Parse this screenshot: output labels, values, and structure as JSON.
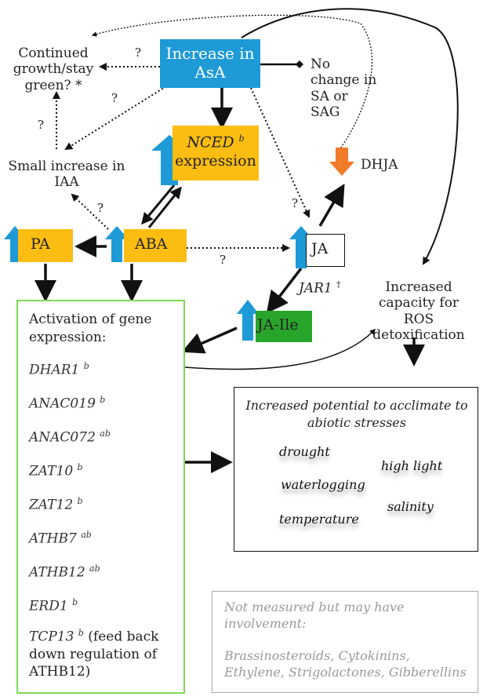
{
  "nodes": {
    "asa": "Increase in AsA",
    "continued_growth": "Continued growth/stay green?",
    "continued_growth_mark": "*",
    "no_change": "No change in SA or SAG",
    "nced_gene": "NCED",
    "nced_sup": "b",
    "nced_expression": "expression",
    "small_iaa": "Small increase in IAA",
    "dhja": "DHJA",
    "pa": "PA",
    "aba": "ABA",
    "ja": "JA",
    "jar1": "JAR1",
    "jar1_mark": "†",
    "ja_ile": "JA-Ile",
    "ros": "Increased capacity for ROS detoxification",
    "question": "?"
  },
  "gene_box": {
    "heading": "Activation of gene expression:",
    "genes": [
      {
        "name": "DHAR1",
        "sup": "b"
      },
      {
        "name": "ANAC019",
        "sup": "b"
      },
      {
        "name": "ANAC072",
        "sup": "ab"
      },
      {
        "name": "ZAT10",
        "sup": "b"
      },
      {
        "name": "ZAT12",
        "sup": "b"
      },
      {
        "name": "ATHB7",
        "sup": "ab"
      },
      {
        "name": "ATHB12",
        "sup": "ab"
      },
      {
        "name": "ERD1",
        "sup": "b"
      }
    ],
    "tcp13": {
      "name": "TCP13",
      "sup": "b",
      "note": "(feed back down regulation of ATHB12)"
    }
  },
  "acclimate_box": {
    "title": "Increased potential to acclimate to abiotic stresses",
    "stresses": [
      "drought",
      "high light",
      "waterlogging",
      "salinity",
      "temperature"
    ]
  },
  "not_measured_box": {
    "title": "Not measured but may have involvement:",
    "items": "Brassinosteroids, Cytokinins, Ethylene, Strigolactones, Gibberellins"
  },
  "colors": {
    "blue": "#1e9ad6",
    "orange": "#fbbd12",
    "green_node": "#2aa52c",
    "green_border": "#7ed957",
    "down_arrow": "#f07b2a",
    "grey_text": "#9a9a9a"
  }
}
